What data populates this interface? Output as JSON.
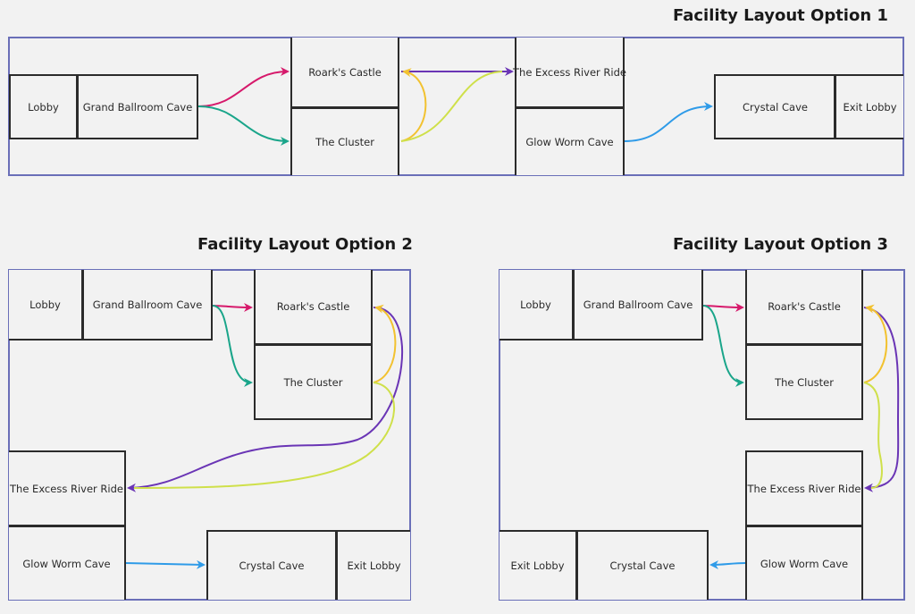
{
  "colors": {
    "frame": "#6a6fb8",
    "wall": "#2b2b2b",
    "background": "#f2f2f2",
    "arrow_ballroom_to_castle": "#d6196b",
    "arrow_ballroom_to_cluster": "#1aa58a",
    "arrow_castle_to_river": "#6a35b5",
    "arrow_cluster_to_castle": "#f2c230",
    "arrow_cluster_to_river": "#cfe04a",
    "arrow_glowworm_to_crystal": "#2f9be8"
  },
  "layouts": [
    {
      "title": "Facility Layout Option 1",
      "rooms": {
        "lobby": "Lobby",
        "grand_ballroom": "Grand Ballroom Cave",
        "roarks_castle": "Roark's Castle",
        "cluster": "The Cluster",
        "excess_river": "The Excess River Ride",
        "glow_worm": "Glow Worm Cave",
        "crystal_cave": "Crystal Cave",
        "exit_lobby": "Exit Lobby"
      }
    },
    {
      "title": "Facility Layout Option 2",
      "rooms": {
        "lobby": "Lobby",
        "grand_ballroom": "Grand Ballroom Cave",
        "roarks_castle": "Roark's Castle",
        "cluster": "The Cluster",
        "excess_river": "The Excess River Ride",
        "glow_worm": "Glow Worm Cave",
        "crystal_cave": "Crystal Cave",
        "exit_lobby": "Exit Lobby"
      }
    },
    {
      "title": "Facility Layout Option 3",
      "rooms": {
        "lobby": "Lobby",
        "grand_ballroom": "Grand Ballroom Cave",
        "roarks_castle": "Roark's Castle",
        "cluster": "The Cluster",
        "excess_river": "The Excess River Ride",
        "glow_worm": "Glow Worm Cave",
        "crystal_cave": "Crystal Cave",
        "exit_lobby": "Exit Lobby"
      }
    }
  ],
  "flows": [
    {
      "from": "Grand Ballroom Cave",
      "to": "Roark's Castle",
      "color_key": "arrow_ballroom_to_castle"
    },
    {
      "from": "Grand Ballroom Cave",
      "to": "The Cluster",
      "color_key": "arrow_ballroom_to_cluster"
    },
    {
      "from": "Roark's Castle",
      "to": "The Excess River Ride",
      "color_key": "arrow_castle_to_river"
    },
    {
      "from": "The Cluster",
      "to": "Roark's Castle",
      "color_key": "arrow_cluster_to_castle"
    },
    {
      "from": "The Cluster",
      "to": "The Excess River Ride",
      "color_key": "arrow_cluster_to_river"
    },
    {
      "from": "Glow Worm Cave",
      "to": "Crystal Cave",
      "color_key": "arrow_glowworm_to_crystal"
    }
  ]
}
